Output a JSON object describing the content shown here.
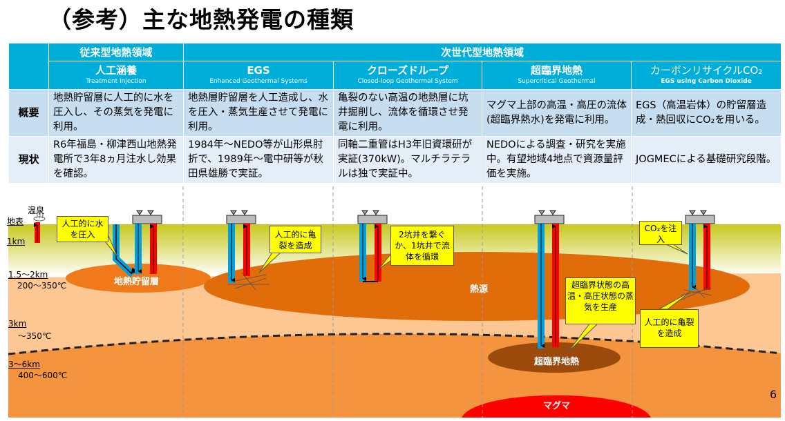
{
  "title": "（参考）主な地熱発電の種類",
  "table": {
    "group_conventional": "従来型地熱領域",
    "group_next": "次世代型地熱領域",
    "columns": [
      {
        "jp": "人工涵養",
        "en": "Treatment Injection"
      },
      {
        "jp": "EGS",
        "en": "Enhanced Geothermal Systems"
      },
      {
        "jp": "クローズドループ",
        "en": "Closed-loop Geothermal System"
      },
      {
        "jp": "超臨界地熱",
        "en": "Supercritical Geothermal"
      },
      {
        "jp": "カーボンリサイクルCO₂",
        "en": "EGS using Carbon Dioxide"
      }
    ],
    "rows": [
      {
        "label": "概要",
        "cells": [
          "地熱貯留層に人工的に水を圧入し、その蒸気を発電に利用。",
          "地熱層貯留層を人工造成し、水を圧入・蒸気生産させて発電に利用。",
          "亀裂のない高温の地熱層に坑井掘削し、流体を循環させ発電に利用。",
          "マグマ上部の高温・高圧の流体(超臨界熱水)を発電に利用。",
          "EGS（高温岩体）の貯留層造成・熱回収にCO₂を用いる。"
        ]
      },
      {
        "label": "現状",
        "cells": [
          "R6年福島・柳津西山地熱発電所で3年8ヵ月注水し効果を確認。",
          "1984年～NEDO等が山形県肘折で、1989年～電中研等が秋田県雄勝で実証。",
          "同軸二重管はH3年旧資環研が実証(370kW)。マルチラテラルは独で実証中。",
          "NEDOによる調査・研究を実施中。有望地域4地点で資源量評価を実施。",
          "JOGMECによる基礎研究段階。"
        ]
      }
    ]
  },
  "diagram": {
    "hot_spring": "温泉",
    "depths": [
      {
        "depth": "地表",
        "temp": ""
      },
      {
        "depth": "1km",
        "temp": ""
      },
      {
        "depth": "1.5～2km",
        "temp": "200～350℃"
      },
      {
        "depth": "3km",
        "temp": "～350℃"
      },
      {
        "depth": "3～6km",
        "temp": "400～600℃"
      }
    ],
    "zones": {
      "reservoir": "地熱貯留層",
      "heat_source": "熱源",
      "supercritical": "超臨界地熱",
      "magma": "マグマ"
    },
    "callouts": {
      "inject_water": "人工的に水を圧入",
      "egs_fracture": "人工的に亀裂を造成",
      "closed_loop": "2坑井を繋ぐか、1坑井で流体を循環",
      "supercritical": "超臨界状態の高温・高圧状態の蒸気を生産",
      "co2_inject": "CO₂を注入",
      "co2_fracture": "人工的に亀裂を造成"
    },
    "colors": {
      "header": "#00aedb",
      "inject": "#00a0dc",
      "produce": "#ff0000",
      "callout": "#ffff00"
    }
  },
  "page_number": "6"
}
